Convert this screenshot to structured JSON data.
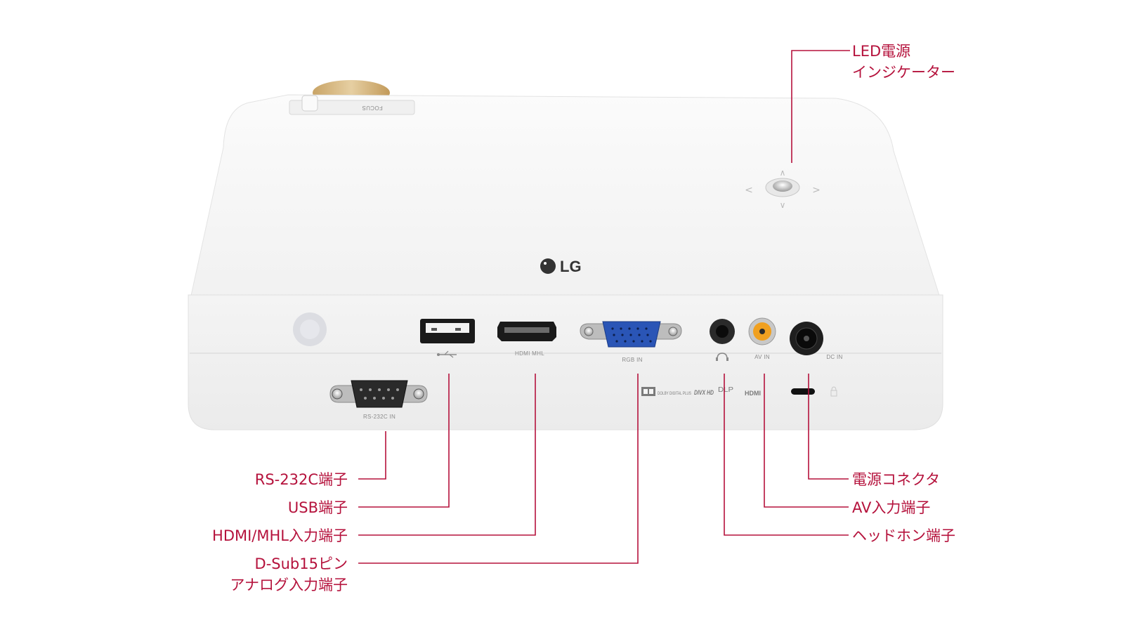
{
  "colors": {
    "accent": "#b5123c",
    "body": "#f6f6f6",
    "focus_ring": "#d8b988",
    "vga_blue": "#2a55b6",
    "av_orange": "#f0a020"
  },
  "logo": {
    "text": "LG"
  },
  "focus_label": "FOCUS",
  "ports": {
    "rs232": "RS-232C IN",
    "hdmi": "HDMI MHL",
    "rgb": "RGB IN",
    "av": "AV IN",
    "dc": "DC IN"
  },
  "cert_logos": {
    "dolby": "DOLBY DIGITAL PLUS",
    "divx": "DIVX HD",
    "dlp": "DLP",
    "hdmi": "HDMI"
  },
  "callouts": {
    "led": [
      "LED電源",
      "インジケーター"
    ],
    "rs232": [
      "RS-232C端子"
    ],
    "usb": [
      "USB端子"
    ],
    "hdmi": [
      "HDMI/MHL入力端子"
    ],
    "dsub": [
      "D-Sub15ピン",
      "アナログ入力端子"
    ],
    "power": [
      "電源コネクタ"
    ],
    "av": [
      "AV入力端子"
    ],
    "headphone": [
      "ヘッドホン端子"
    ]
  }
}
